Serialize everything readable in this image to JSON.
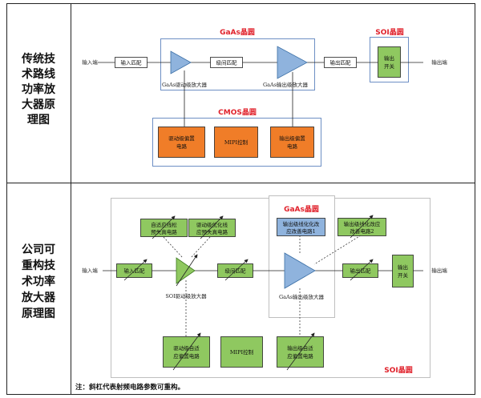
{
  "row1": {
    "header": [
      "传统技",
      "术路线",
      "功率放",
      "大器原",
      "理图"
    ],
    "input_label": "输入端",
    "output_label": "输出端",
    "input_match": "输入匹配",
    "interstage_match": "级间匹配",
    "output_match": "输出匹配",
    "gaas_wafer": "GaAs晶圆",
    "soi_wafer": "SOI晶圆",
    "cmos_wafer": "CMOS晶圆",
    "driver_amp": "GaAs驱动级放大器",
    "output_amp": "GaAs输出级放大器",
    "switch": [
      "输出",
      "开关"
    ],
    "driver_bias": [
      "驱动级偏置",
      "电路"
    ],
    "mipi": "MIPI控制",
    "output_bias": [
      "输出级偏置",
      "电路"
    ]
  },
  "row2": {
    "header": [
      "公司可",
      "重构技",
      "术功率",
      "放大器",
      "原理图"
    ],
    "input_label": "输入端",
    "output_label": "输出端",
    "input_match": "输入匹配",
    "interstage_match": "级间匹配",
    "output_match": "输出匹配",
    "gaas_wafer": "GaAs晶圆",
    "soi_wafer": "SOI晶圆",
    "driver_amp": "SOI驱动级放大器",
    "output_amp": "GaAs输出级放大器",
    "switch": [
      "输出",
      "开关"
    ],
    "driver_predistortion": [
      "自适应线松",
      "预失真电路"
    ],
    "driver_linearization": [
      "驱动级优化线",
      "应预失真电路"
    ],
    "output_linearization_1": [
      "输出级线化化改",
      "应改善电路1"
    ],
    "output_linearization_2": [
      "输出级线化改应",
      "改善电路2"
    ],
    "driver_bias": [
      "驱动级自适",
      "应偏置电路"
    ],
    "mipi": "MIPI控制",
    "output_bias": [
      "输出级自适",
      "应偏置电路"
    ]
  },
  "note": "注：斜杠代表射频电路参数可重构。",
  "colors": {
    "green": "#8fc860",
    "orange": "#f07d28",
    "blue_fill": "#8fb3dd",
    "frame_blue": "#6d8fc4",
    "frame_gray": "#bfbfbf",
    "wafer_red": "#e0202a"
  }
}
